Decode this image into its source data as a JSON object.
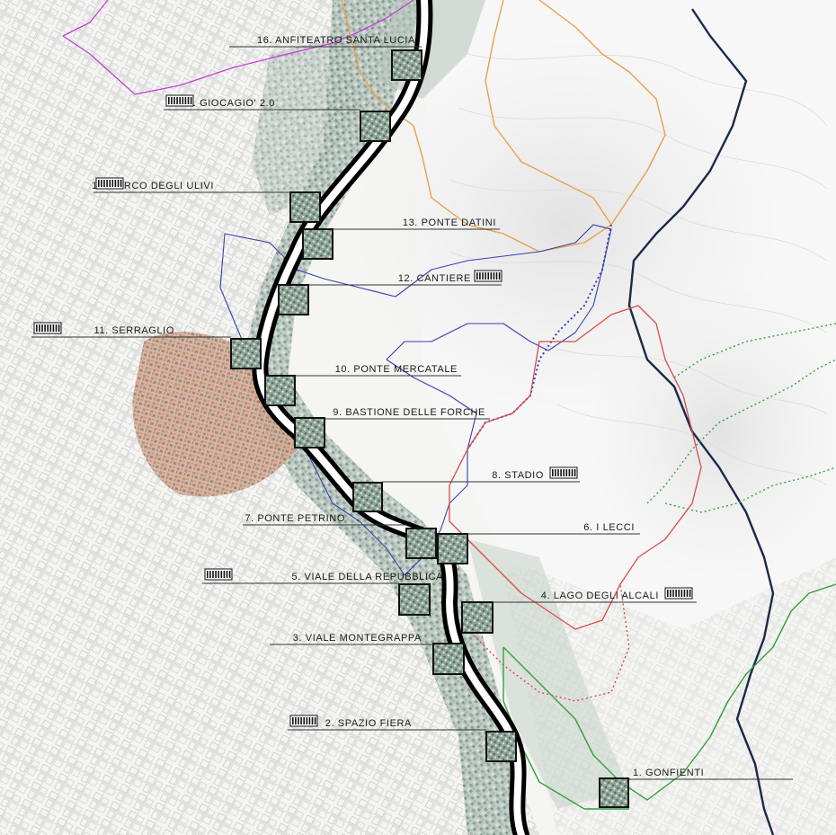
{
  "map": {
    "colors": {
      "river_casing": "#000000",
      "river_fill": "#ffffff",
      "boundary_navy": "#1b2a4a",
      "boundary_orange": "#e9a04c",
      "boundary_blue": "#3b3fb0",
      "boundary_red": "#d94a4a",
      "boundary_green": "#35a03a",
      "boundary_magenta": "#c63fd4",
      "historic_center": "#d9a58a",
      "orthophoto_tint": "#9fb4a8"
    },
    "sites": [
      {
        "id": "site-1",
        "label": "1. GONFIENTI",
        "icon": "barcode-marker-icon",
        "has_icon": false
      },
      {
        "id": "site-2",
        "label": "2. SPAZIO FIERA",
        "icon": "barcode-marker-icon",
        "has_icon": true
      },
      {
        "id": "site-3",
        "label": "3. VIALE MONTEGRAPPA",
        "icon": "barcode-marker-icon",
        "has_icon": false
      },
      {
        "id": "site-4",
        "label": "4. LAGO DEGLI ALCALI",
        "icon": "barcode-marker-icon",
        "has_icon": true
      },
      {
        "id": "site-5",
        "label": "5. VIALE DELLA REPUBBLICA",
        "icon": "barcode-marker-icon",
        "has_icon": true
      },
      {
        "id": "site-6",
        "label": "6. I LECCI",
        "icon": "barcode-marker-icon",
        "has_icon": false
      },
      {
        "id": "site-7",
        "label": "7. PONTE PETRINO",
        "icon": "barcode-marker-icon",
        "has_icon": false
      },
      {
        "id": "site-8",
        "label": "8. STADIO",
        "icon": "barcode-marker-icon",
        "has_icon": true
      },
      {
        "id": "site-9",
        "label": "9. BASTIONE DELLE FORCHE",
        "icon": "barcode-marker-icon",
        "has_icon": false
      },
      {
        "id": "site-10",
        "label": "10. PONTE MERCATALE",
        "icon": "barcode-marker-icon",
        "has_icon": false
      },
      {
        "id": "site-11",
        "label": "11. SERRAGLIO",
        "icon": "barcode-marker-icon",
        "has_icon": true
      },
      {
        "id": "site-12",
        "label": "12. CANTIERE",
        "icon": "barcode-marker-icon",
        "has_icon": true
      },
      {
        "id": "site-13",
        "label": "13. PONTE DATINI",
        "icon": "barcode-marker-icon",
        "has_icon": false
      },
      {
        "id": "site-14",
        "label": "14. PARCO DEGLI ULIVI",
        "icon": "barcode-marker-icon",
        "has_icon": true
      },
      {
        "id": "site-15",
        "label": "15. GIOCAGIO' 2.0",
        "icon": "barcode-marker-icon",
        "has_icon": true
      },
      {
        "id": "site-16",
        "label": "16. ANFITEATRO SANTA LUCIA",
        "icon": "barcode-marker-icon",
        "has_icon": false
      }
    ]
  }
}
